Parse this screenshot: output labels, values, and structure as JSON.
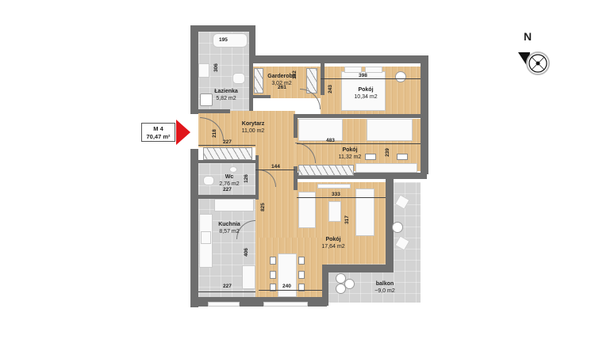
{
  "unit": {
    "id": "M 4",
    "total_area": "70,47 m²",
    "marker_color": "#e0161b"
  },
  "compass": {
    "label": "N"
  },
  "rooms": {
    "bathroom": {
      "name": "Łazienka",
      "area": "5,82 m2"
    },
    "wardrobe": {
      "name": "Garderoba",
      "area": "3,02 m2"
    },
    "bedroom1": {
      "name": "Pokój",
      "area": "10,34 m2"
    },
    "corridor": {
      "name": "Korytarz",
      "area": "11,00 m2"
    },
    "bedroom2": {
      "name": "Pokój",
      "area": "11,32 m2"
    },
    "wc": {
      "name": "Wc",
      "area": "2,76 m2"
    },
    "kitchen": {
      "name": "Kuchnia",
      "area": "8,57 m2"
    },
    "living": {
      "name": "Pokój",
      "area": "17,64 m2"
    },
    "balcony": {
      "name": "balkon",
      "area": "~9,0 m2"
    }
  },
  "dimensions": {
    "bath_tub": "195",
    "bath_height": "306",
    "wardrobe_width": "261",
    "wardrobe_height": "132",
    "bedroom1_width": "398",
    "bedroom1_height": "243",
    "corridor_height": "218",
    "corridor_upper_width": "227",
    "bedroom2_width": "483",
    "bedroom2_height": "239",
    "corridor_mid_width": "144",
    "wc_height": "126",
    "wc_width": "227",
    "corridor_length": "825",
    "living_width": "333",
    "living_height": "317",
    "kitchen_height": "406",
    "kitchen_width": "227",
    "dining_width": "240"
  },
  "colors": {
    "wall": "#6e6e6e",
    "wood_floor": "#e4bf8a",
    "tile_floor": "#d3d3d3",
    "marker": "#e0161b"
  }
}
